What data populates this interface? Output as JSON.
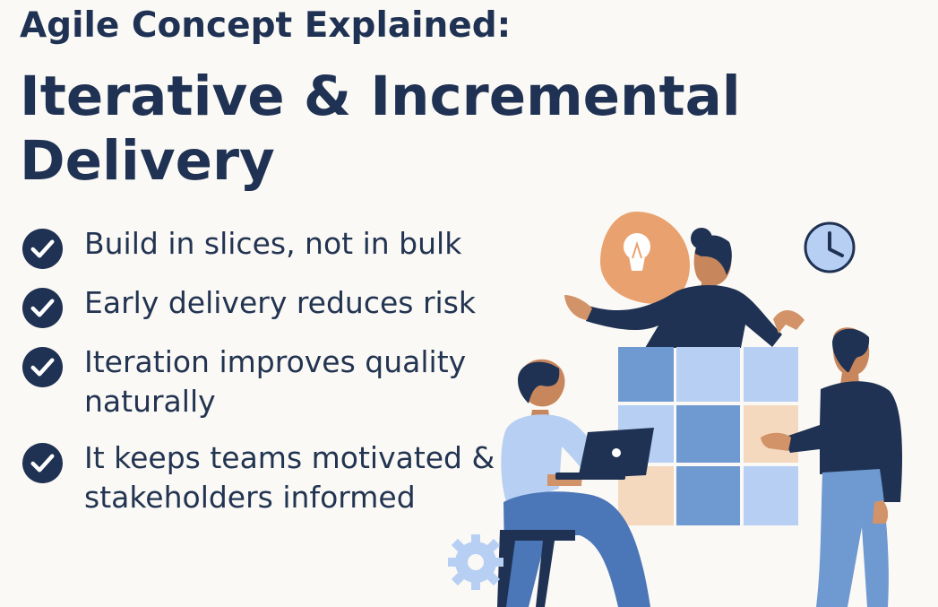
{
  "header": {
    "subtitle": "Agile Concept Explained:",
    "title": "Iterative & Incremental Delivery"
  },
  "bullets": [
    {
      "text": "Build in slices, not in bulk",
      "icon": "check-circle-icon"
    },
    {
      "text": "Early delivery reduces risk",
      "icon": "check-circle-icon"
    },
    {
      "text": "Iteration improves quality naturally",
      "icon": "check-circle-icon"
    },
    {
      "text": "It keeps teams motivated & stakeholders informed",
      "icon": "check-circle-icon"
    }
  ],
  "illustration": {
    "icons": [
      "lightbulb-icon",
      "clock-icon",
      "gear-icon",
      "laptop-icon"
    ]
  },
  "colors": {
    "background": "#fbf9f5",
    "heading": "#1f3253",
    "navy": "#1f3253",
    "blue": "#6f99d1",
    "light_blue": "#b6cff2",
    "peach": "#f4d9bf",
    "orange": "#e9a26f"
  }
}
